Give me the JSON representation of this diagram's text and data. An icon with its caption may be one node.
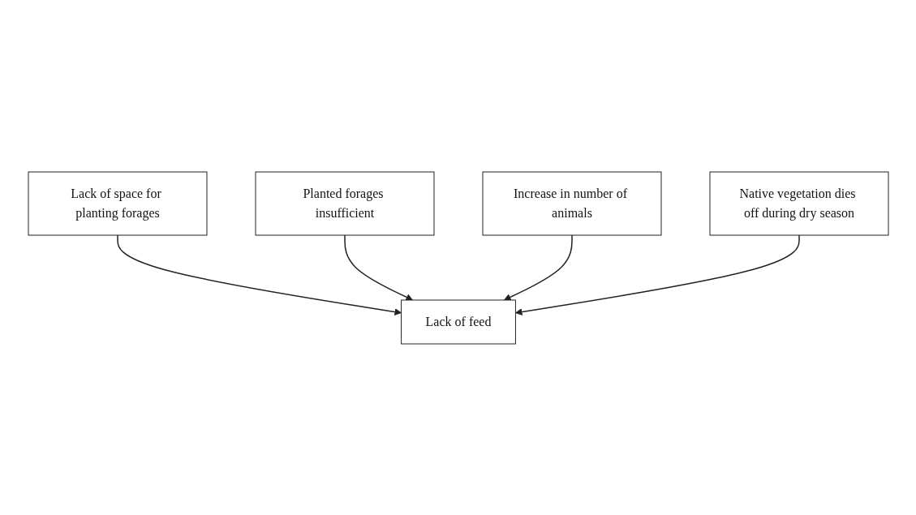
{
  "diagram": {
    "nodes": [
      {
        "text": [
          "Lack of space for planting forages"
        ]
      },
      {
        "text": [
          "Planted forages insufficient"
        ]
      },
      {
        "text": [
          "Lack of feed"
        ]
      },
      {
        "text": [
          "Increase in number of animals"
        ]
      },
      {
        "text": [
          "Native vegetation dies off during dry season"
        ]
      }
    ],
    "edges": [
      {
        "from": 0,
        "to": 2,
        "arrow": "to"
      },
      {
        "from": 1,
        "to": 2,
        "arrow": "to"
      },
      {
        "from": 3,
        "to": 2,
        "arrow": "to"
      },
      {
        "from": 4,
        "to": 2,
        "arrow": "to"
      }
    ]
  }
}
